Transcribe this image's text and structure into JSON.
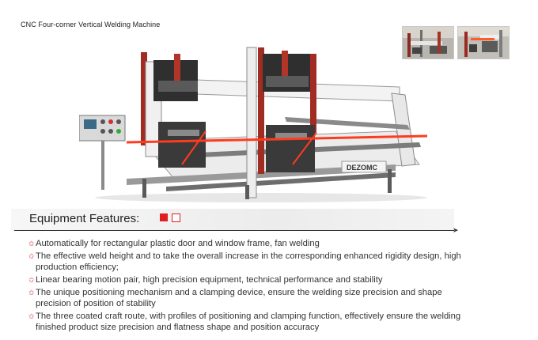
{
  "page": {
    "title": "CNC Four-corner Vertical Welding Machine"
  },
  "thumbnails": [
    {
      "alt": "machine-detail-photo-1"
    },
    {
      "alt": "machine-detail-photo-2"
    }
  ],
  "section": {
    "title": "Equipment Features:"
  },
  "colors": {
    "accent": "#e21d1d",
    "star": "#d6262a",
    "text": "#333333"
  },
  "features": [
    "Automatically for rectangular plastic door and window frame, fan welding",
    "The effective weld height and to take the overall increase in the corresponding enhanced rigidity design, high production efficiency;",
    "Linear bearing motion pair, high precision equipment, technical performance and stability",
    "The unique positioning mechanism and a clamping device, ensure the welding size precision and shape precision of position of stability",
    "The three coated craft route, with profiles of positioning and clamping function, effectively ensure the welding finished product size precision and flatness shape and position accuracy"
  ],
  "machine": {
    "brand_label": "DEZOMC"
  },
  "icons": {
    "bullet": "star-icon",
    "arrow": "arrow-right-icon"
  }
}
